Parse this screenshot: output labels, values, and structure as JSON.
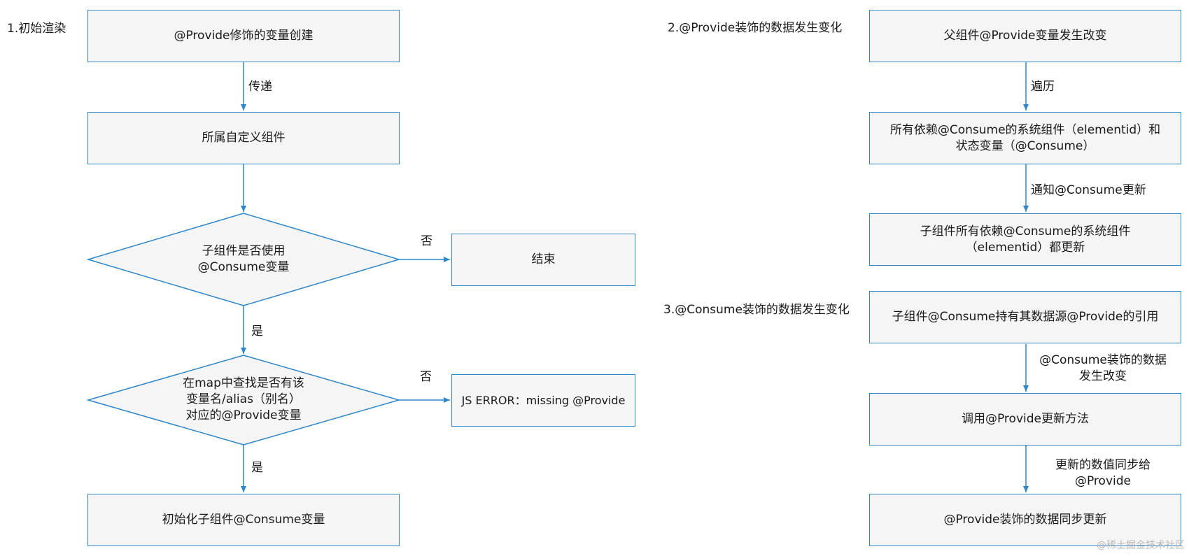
{
  "section1": {
    "title": "1.初始渲染",
    "provide_create": "@Provide修饰的变量创建",
    "edge_pass": "传递",
    "custom_component": "所属自定义组件",
    "decision1": [
      "子组件是否使用",
      "@Consume变量"
    ],
    "no1": "否",
    "end": "结束",
    "yes1": "是",
    "decision2": [
      "在map中查找是否有该",
      "变量名/alias（别名）",
      "对应的@Provide变量"
    ],
    "no2": "否",
    "error": "JS ERROR：missing @Provide",
    "yes2": "是",
    "init_consume": "初始化子组件@Consume变量"
  },
  "section2": {
    "title": "2.@Provide装饰的数据发生变化",
    "parent_change": "父组件@Provide变量发生改变",
    "edge_traverse": "遍历",
    "dependents": [
      "所有依赖@Consume的系统组件（elementid）和",
      "状态变量（@Consume）"
    ],
    "edge_notify": "通知@Consume更新",
    "child_update": [
      "子组件所有依赖@Consume的系统组件",
      "（elementid）都更新"
    ]
  },
  "section3": {
    "title": "3.@Consume装饰的数据发生变化",
    "hold_ref": "子组件@Consume持有其数据源@Provide的引用",
    "edge_changed": [
      "@Consume装饰的数据",
      "发生改变"
    ],
    "call_update": "调用@Provide更新方法",
    "edge_sync": [
      "更新的数值同步给",
      "@Provide"
    ],
    "sync_done": "@Provide装饰的数据同步更新"
  },
  "watermark": "@稀土掘金技术社区",
  "colors": {
    "line": "#2f86c8",
    "fill": "#f5f5f5"
  }
}
